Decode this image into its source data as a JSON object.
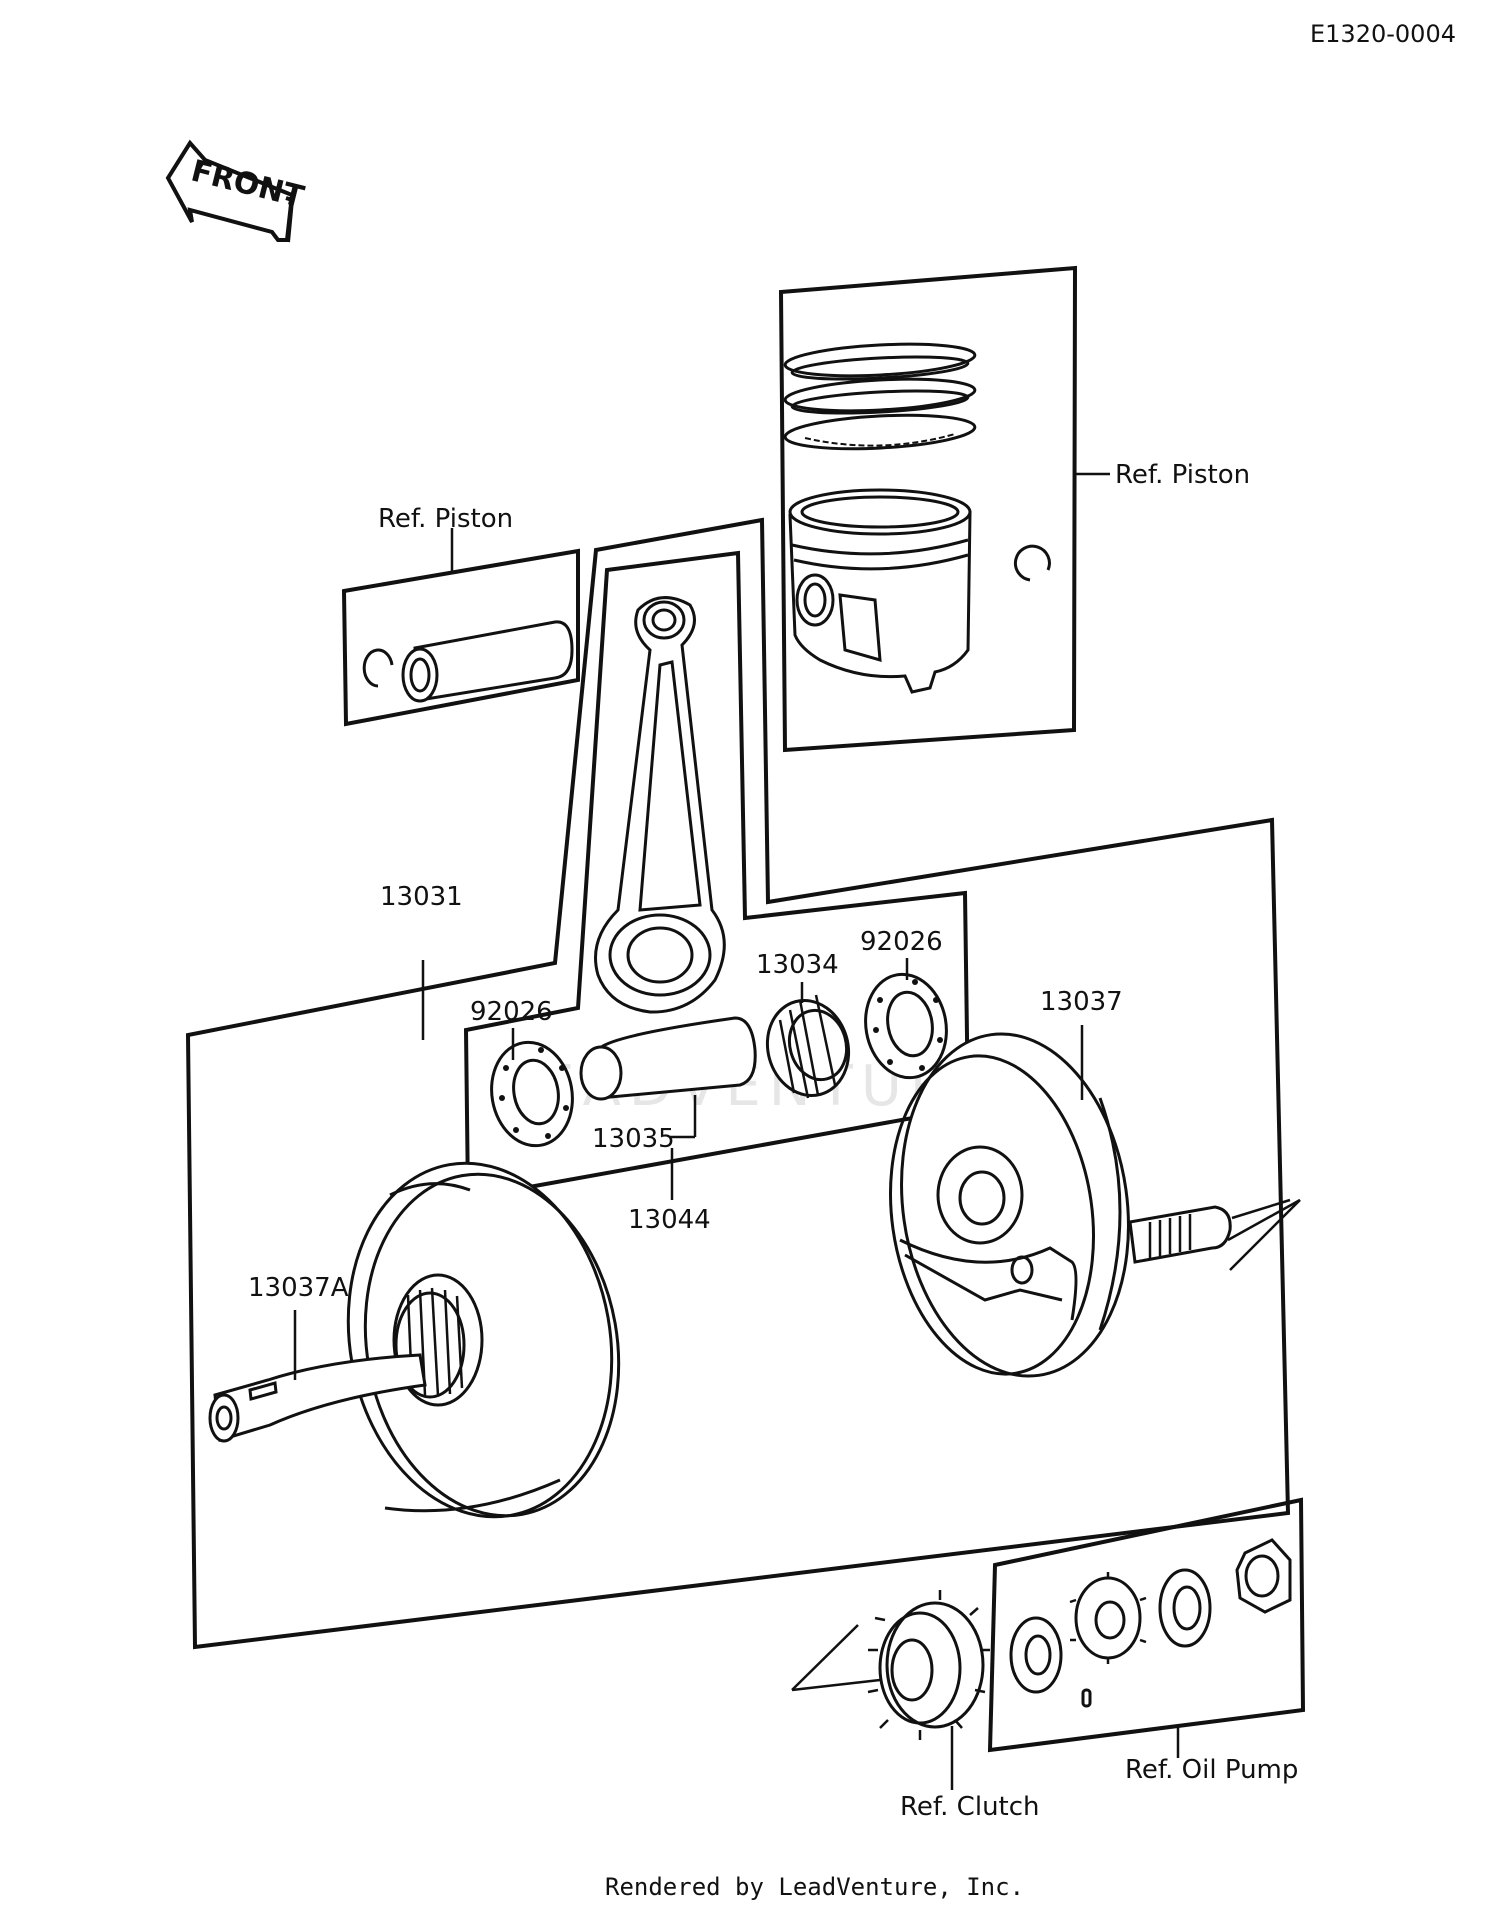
{
  "document_code": "E1320-0004",
  "front_arrow_label": "FRONT",
  "footer": "Rendered by LeadVenture, Inc.",
  "watermark": "LEADVENTURE",
  "callouts": {
    "ref_piston_left": "Ref.  Piston",
    "ref_piston_right": "Ref.  Piston",
    "p13031": "13031",
    "p92026_left": "92026",
    "p92026_right": "92026",
    "p13034": "13034",
    "p13035": "13035",
    "p13044": "13044",
    "p13037": "13037",
    "p13037A": "13037A",
    "ref_oil_pump": "Ref.  Oil Pump",
    "ref_clutch": "Ref.  Clutch"
  }
}
